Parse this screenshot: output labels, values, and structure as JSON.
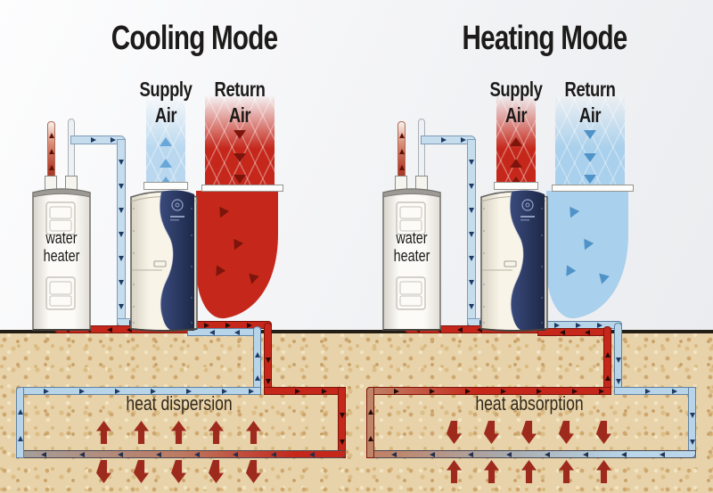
{
  "panels": {
    "cooling": {
      "title": "Cooling Mode",
      "supply_air": [
        "Supply",
        "Air"
      ],
      "return_air": [
        "Return",
        "Air"
      ],
      "water_heater": [
        "water",
        "heater"
      ],
      "ground_process": "heat dispersion",
      "supply_air_color": "#b9d8ef",
      "return_air_color": "#c5281b"
    },
    "heating": {
      "title": "Heating Mode",
      "supply_air": [
        "Supply",
        "Air"
      ],
      "return_air": [
        "Return",
        "Air"
      ],
      "water_heater": [
        "water",
        "heater"
      ],
      "ground_process": "heat absorption",
      "supply_air_color": "#c5281b",
      "return_air_color": "#a9d0ec"
    },
    "colors": {
      "warm_fluid": "#c5281b",
      "cool_fluid": "#b7d4e8",
      "ground": "#e7d2a9",
      "heat_arrow": "#9e2a1e"
    }
  }
}
